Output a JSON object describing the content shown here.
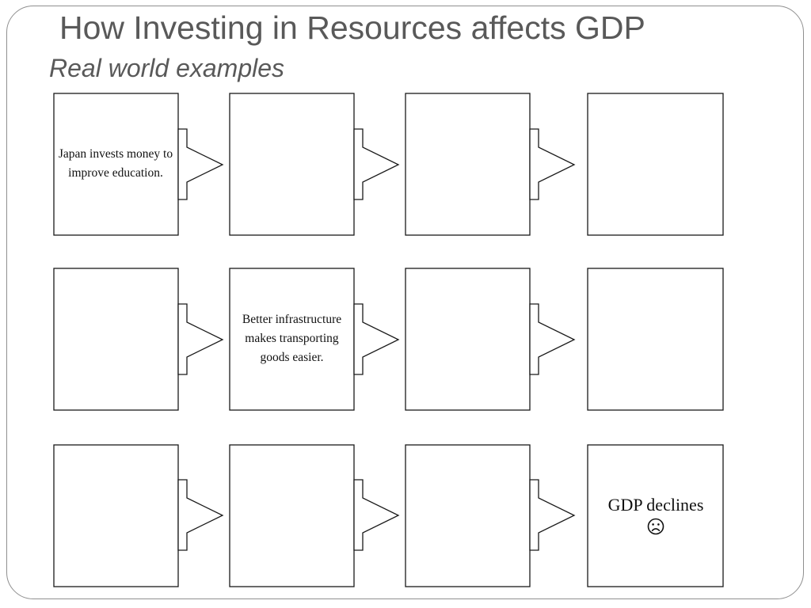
{
  "slide": {
    "title": "How Investing in Resources affects GDP",
    "subtitle": "Real world examples"
  },
  "nodes": {
    "r1c1": "Japan invests money to improve education.",
    "r2c2": "Better infrastructure makes transporting goods easier.",
    "r3c4": "GDP declines"
  },
  "icons": {
    "r3c4_icon": "sad-face-icon"
  },
  "colors": {
    "title_text": "#595959",
    "shape_stroke": "#1a1a1a",
    "frame_border": "#8f8f8f"
  }
}
